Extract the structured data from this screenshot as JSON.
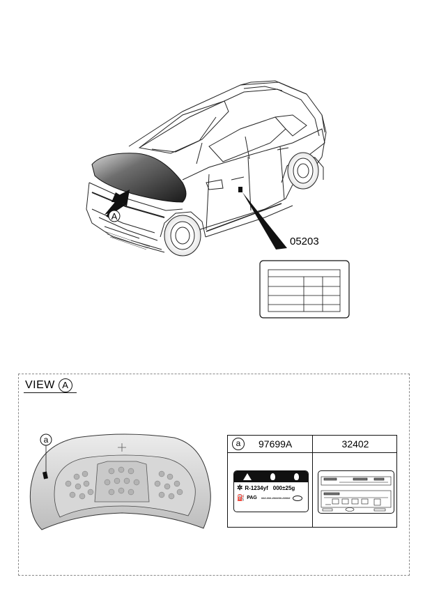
{
  "callouts": {
    "view_ref": "A",
    "detail_ref": "a"
  },
  "parts": {
    "door_label": "05203",
    "refrigerant_label": "97699A",
    "emission_label": "32402"
  },
  "view": {
    "prefix": "VIEW",
    "ref": "A"
  },
  "refrigerant_label_text": {
    "refrigerant": "R-1234yf",
    "charge": "000±25g",
    "oil": "PAG",
    "oil_codes": "###.###-######-#####"
  }
}
